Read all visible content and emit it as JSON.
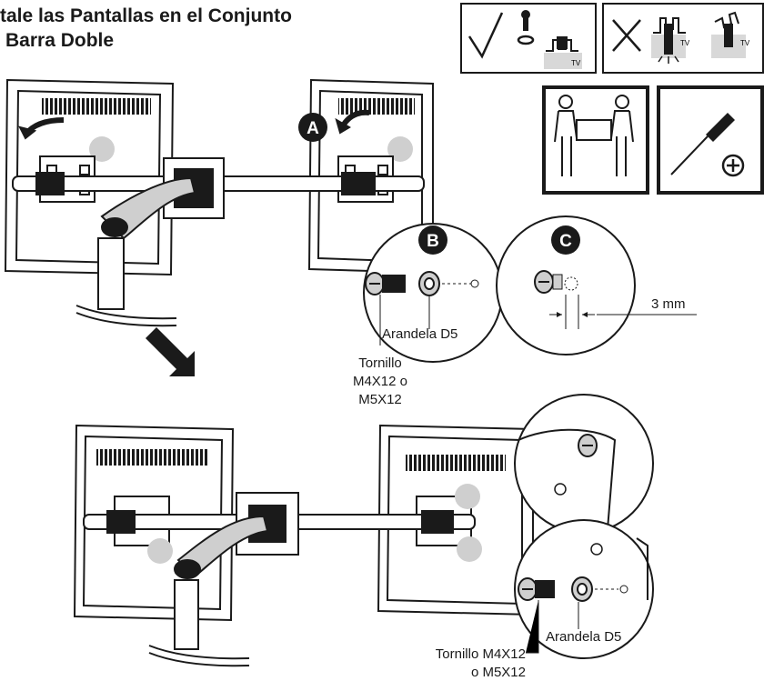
{
  "title": {
    "line1": "tale las Pantallas en el Conjunto",
    "line2": "Barra Doble"
  },
  "icons": {
    "correct": "check-icon",
    "incorrect": "x-cross-icon",
    "tv_label": "TV",
    "two_person": "two-person-lift-icon",
    "screwdriver": "phillips-screwdriver-icon"
  },
  "steps": {
    "a": "A",
    "b": "B",
    "c": "C"
  },
  "callouts": {
    "washer_top": "Arandela D5",
    "screw_top": "Tornillo\nM4X12 o\nM5X12",
    "gap": "3 mm",
    "washer_bottom": "Arandela D5",
    "screw_bottom": "Tornillo M4X12\no M5X12"
  },
  "colors": {
    "ink": "#1a1a1a",
    "shade": "#cfcfcf",
    "panel_gray": "#d8d8d8"
  }
}
